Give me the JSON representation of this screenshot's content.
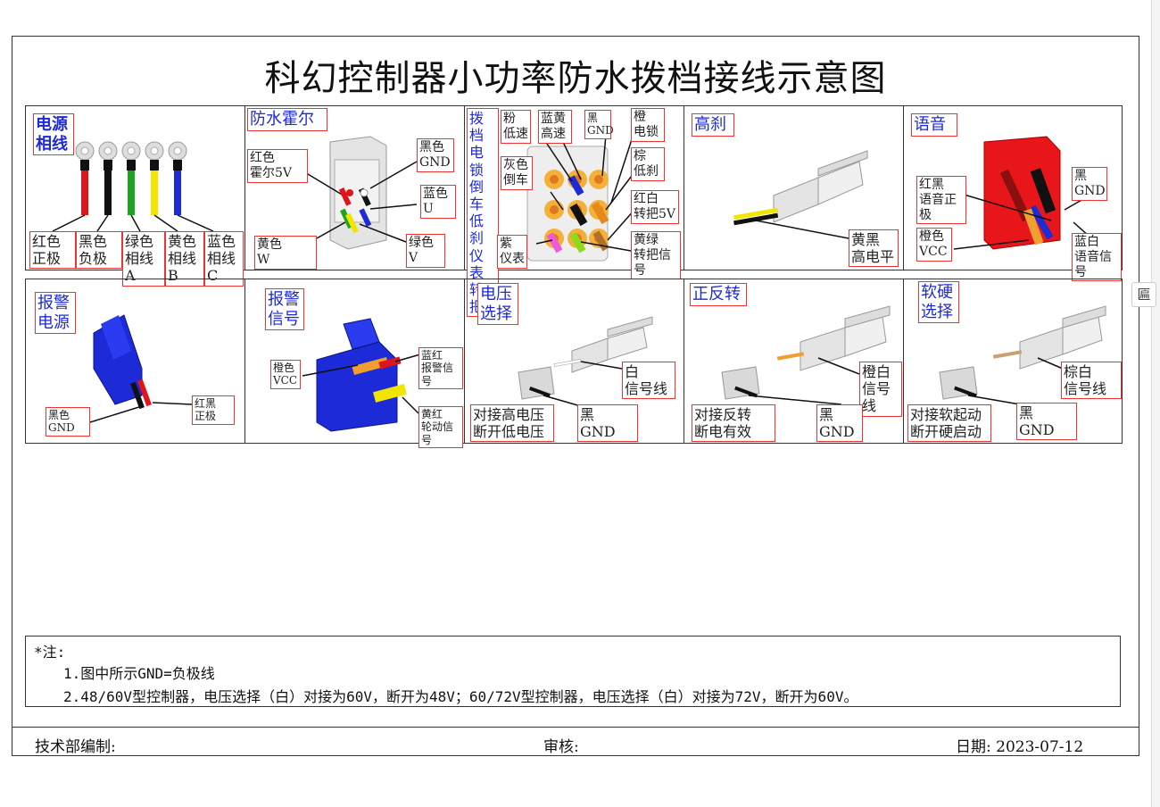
{
  "title": "科幻控制器小功率防水拨档接线示意图",
  "sections": {
    "phase": {
      "heading": "电源\n相线",
      "wires": [
        {
          "label": "红色\n正极",
          "color": "#e0141b"
        },
        {
          "label": "黑色\n负极",
          "color": "#111111"
        },
        {
          "label": "绿色\n相线A",
          "color": "#1ea51e"
        },
        {
          "label": "黄色\n相线B",
          "color": "#f2e600"
        },
        {
          "label": "蓝色\n相线C",
          "color": "#1c2ad8"
        }
      ]
    },
    "hall": {
      "heading": "防水霍尔",
      "labels": {
        "red": "红色\n霍尔5V",
        "black": "黑色\nGND",
        "blue": "蓝色\nU",
        "yellow": "黄色\nW",
        "green": "绿色\nV"
      }
    },
    "gear": {
      "heading": "拨档\n电锁\n倒车\n低刹\n仪表\n转把",
      "labels": {
        "pink": "粉\n低速",
        "blue_yellow": "蓝黄\n高速",
        "black": "黑\nGND",
        "orange": "橙\n电锁",
        "grey": "灰色\n倒车",
        "brown": "棕\n低刹",
        "red_white": "红白\n转把5V",
        "purple": "紫\n仪表",
        "yellow_green": "黄绿\n转把信号"
      }
    },
    "brake": {
      "heading": "高刹",
      "label": "黄黑\n高电平"
    },
    "voice": {
      "heading": "语音",
      "labels": {
        "red_black": "红黑\n语音正极",
        "black": "黑\nGND",
        "orange": "橙色\nVCC",
        "blue_white": "蓝白\n语音信号"
      }
    },
    "alarm_power": {
      "heading": "报警\n电源",
      "labels": {
        "black": "黑色\nGND",
        "red_black": "红黑\n正极"
      }
    },
    "alarm_signal": {
      "heading": "报警\n信号",
      "labels": {
        "orange": "橙色\nVCC",
        "blue_red": "蓝红\n报警信号",
        "yellow_red": "黄红\n轮动信号"
      }
    },
    "voltage": {
      "heading": "电压\n选择",
      "labels": {
        "white": "白\n信号线",
        "note": "对接高电压\n断开低电压",
        "black": "黑\nGND"
      }
    },
    "reverse": {
      "heading": "正反转",
      "labels": {
        "orange_white": "橙白\n信号线",
        "note": "对接反转\n断电有效",
        "black": "黑\nGND"
      }
    },
    "soft": {
      "heading": "软硬\n选择",
      "labels": {
        "brown_white": "棕白\n信号线",
        "note": "对接软起动\n断开硬启动",
        "black": "黑\nGND"
      }
    }
  },
  "notes": {
    "title": "*注:",
    "line1": "1.图中所示GND=负极线",
    "line2": "2.48/60V型控制器，电压选择（白）对接为60V，断开为48V；60/72V型控制器，电压选择（白）对接为72V，断开为60V。"
  },
  "footer": {
    "editor": "技术部编制:",
    "review": "审核:",
    "date": "日期: 2023-07-12"
  },
  "toolbar": {
    "float_icon": "匾"
  }
}
